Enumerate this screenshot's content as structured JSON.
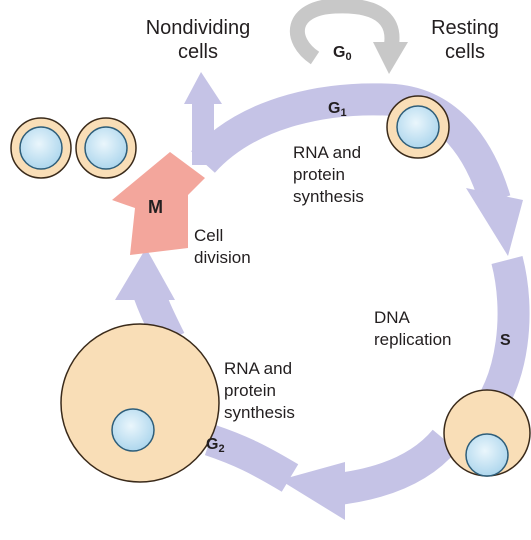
{
  "labels": {
    "nondividing": [
      "Nondividing",
      "cells"
    ],
    "resting": [
      "Resting",
      "cells"
    ],
    "g0": {
      "letter": "G",
      "sub": "0"
    },
    "g1": {
      "letter": "G",
      "sub": "1"
    },
    "g2": {
      "letter": "G",
      "sub": "2"
    },
    "m": "M",
    "s": "S",
    "g1_text": [
      "RNA and",
      "protein",
      "synthesis"
    ],
    "cell_division": [
      "Cell",
      "division"
    ],
    "dna_replication": [
      "DNA",
      "replication"
    ],
    "g2_text": [
      "RNA and",
      "protein",
      "synthesis"
    ]
  },
  "colors": {
    "arrow_lavender": "#c5c3e6",
    "arrow_m": "#f3a69c",
    "g0_arrow": "#c8c8c8",
    "cell_fill": "#f9deb7",
    "cell_outline": "#3a2a1a",
    "nucleus_fill": "#c4e2f2",
    "nucleus_outline": "#2e5e7a"
  }
}
